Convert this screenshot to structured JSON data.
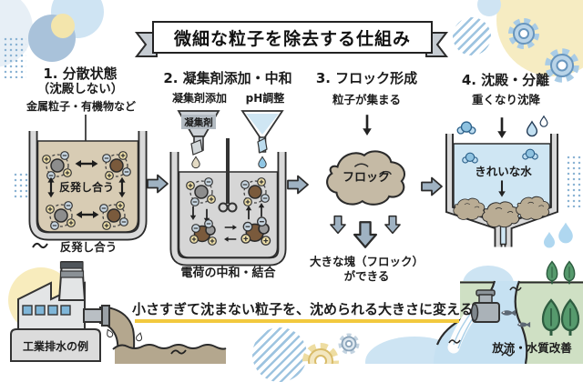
{
  "title": "微細な粒子を除去する仕組み",
  "steps": {
    "s1": {
      "heading": "1. 分散状態",
      "subheading": "（沈殿しない）",
      "top_label": "金属粒子・有機物など",
      "tank_text": "反発し合う",
      "caption": "反発し合う"
    },
    "s2": {
      "heading": "2. 凝集剤添加・中和",
      "label_coagulant": "凝集剤添加",
      "label_ph": "pH調整",
      "funnel_label": "凝集剤",
      "caption": "電荷の中和・結合"
    },
    "s3": {
      "heading": "3. フロック形成",
      "top_label": "粒子が集まる",
      "floc_label": "フロック",
      "caption_line1": "大きな塊（フロック）",
      "caption_line2": "ができる"
    },
    "s4": {
      "heading": "4. 沈殿・分離",
      "top_label": "重くなり沈降",
      "water_label": "きれいな水"
    }
  },
  "footer": {
    "factory_caption": "工業排水の例",
    "message": "小さすぎて沈まない粒子を、沈められる大きさに変える",
    "river_caption": "放流・水質改善"
  },
  "icons": [
    "plus-charge-icon",
    "minus-charge-icon",
    "repel-arrow-icon",
    "funnel-icon",
    "stirrer-icon",
    "droplet-icon",
    "water-molecule-icon",
    "floc-cloud-icon",
    "factory-icon",
    "faucet-icon",
    "fish-icon",
    "tree-icon",
    "gear-icon"
  ],
  "colors": {
    "accent_underline": "#f2c93e",
    "water_dirty_tan": "#d8ccb4",
    "water_gray": "#d6d6d6",
    "water_clean": "#cfe6f3",
    "floc_tan": "#c5baa5",
    "block_arrow": "#9fb2c2",
    "deco_light_blue": "#cfe4f3",
    "deco_blue_gray": "#a9c2da",
    "deco_yellow": "#f6ecc2",
    "bank_green": "#cfe0c4",
    "tree_green": "#569a6d",
    "waste_brown": "#b4a78e"
  }
}
